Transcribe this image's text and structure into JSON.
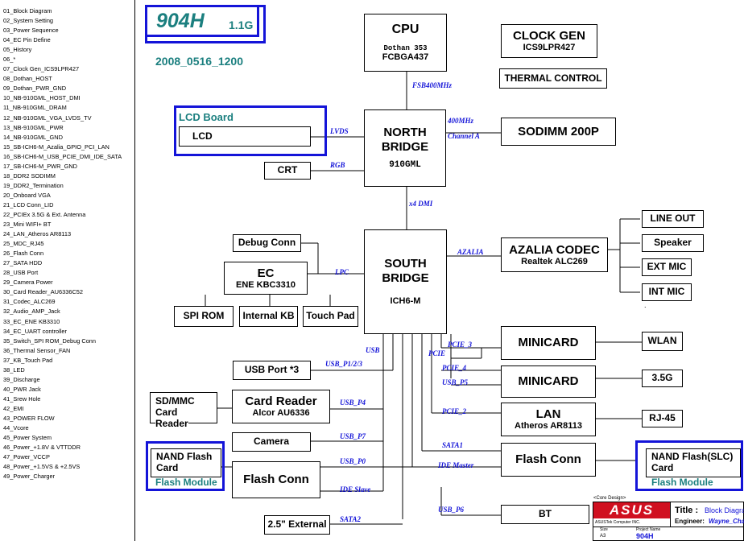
{
  "toc": [
    "01_Block Diagram",
    "02_System Setting",
    "03_Power Sequence",
    "04_EC Pin Define",
    "05_History",
    "06_*",
    "07_Clock Gen_ICS9LPR427",
    "08_Dothan_HOST",
    "09_Dothan_PWR_GND",
    "10_NB-910GML_HOST_DMI",
    "11_NB-910GML_DRAM",
    "12_NB-910GML_VGA_LVDS_TV",
    "13_NB-910GML_PWR",
    "14_NB-910GML_GND",
    "15_SB-ICH6-M_Azalia_GPIO_PCI_LAN",
    "16_SB-ICH6-M_USB_PCIE_DMI_IDE_SATA",
    "17_SB-ICH6-M_PWR_GND",
    "18_DDR2 SODIMM",
    "19_DDR2_Termination",
    "20_Onboard VGA",
    "21_LCD Conn_LID",
    "22_PCIEx 3.5G & Ext. Antenna",
    "23_Mini WIFI+ BT",
    "24_LAN_Atheros AR8113",
    "25_MDC_RJ45",
    "26_Flash Conn",
    "27_SATA HDD",
    "28_USB Port",
    "29_Camera Power",
    "30_Card Reader_AU6336C52",
    "31_Codec_ALC269",
    "32_Audio_AMP_Jack",
    "33_EC_ENE KB3310",
    "34_EC_UART controller",
    "35_Switch_SPI ROM_Debug Conn",
    "36_Thermal Sensor_FAN",
    "37_KB_Touch Pad",
    "38_LED",
    "39_Discharge",
    "40_PWR Jack",
    "41_Srew Hole",
    "42_EMI",
    "43_POWER FLOW",
    "44_Vcore",
    "45_Power System",
    "46_Power_+1.8V & VTTDDR",
    "47_Power_VCCP",
    "48_Power_+1.5VS & +2.5VS",
    "49_Power_Charger"
  ],
  "header": {
    "model": "904H",
    "version": "1.1G",
    "date": "2008_0516_1200"
  },
  "blocks": {
    "cpu": {
      "title": "CPU",
      "line1": "Dothan 353",
      "line2": "FCBGA437"
    },
    "clock_gen": {
      "title": "CLOCK GEN",
      "sub": "ICS9LPR427"
    },
    "thermal": "THERMAL CONTROL",
    "lcd_board_label": "LCD Board",
    "lcd": "LCD",
    "crt": "CRT",
    "north_bridge": {
      "line1": "NORTH",
      "line2": "BRIDGE",
      "chip": "910GML"
    },
    "sodimm": "SODIMM 200P",
    "debug_conn": "Debug Conn",
    "ec": {
      "title": "EC",
      "sub": "ENE KBC3310"
    },
    "spi_rom": "SPI ROM",
    "internal_kb": "Internal KB",
    "touch_pad": "Touch Pad",
    "south_bridge": {
      "line1": "SOUTH",
      "line2": "BRIDGE",
      "chip": "ICH6-M"
    },
    "azalia": {
      "title": "AZALIA CODEC",
      "sub": "Realtek ALC269"
    },
    "line_out": "LINE OUT",
    "speaker": "Speaker",
    "ext_mic": "EXT MIC",
    "int_mic": "INT MIC",
    "minicard1": "MINICARD",
    "wlan": "WLAN",
    "minicard2": "MINICARD",
    "g35": "3.5G",
    "lan": {
      "title": "LAN",
      "sub": "Atheros AR8113"
    },
    "rj45": "RJ-45",
    "usb_port": "USB Port *3",
    "sdmmc": {
      "line1": "SD/MMC",
      "line2": "Card",
      "line3": "Reader"
    },
    "card_reader": {
      "title": "Card Reader",
      "sub": "Alcor AU6336"
    },
    "camera": "Camera",
    "nand_left": {
      "line1": "NAND Flash",
      "line2": "Card",
      "label": "Flash Module"
    },
    "flash_conn_left": "Flash Conn",
    "flash_conn_right": "Flash Conn",
    "nand_right": {
      "line1": "NAND Flash(SLC)",
      "line2": "Card",
      "label": "Flash Module"
    },
    "external": "2.5\" External",
    "bt": "BT"
  },
  "signals": {
    "fsb": "FSB400MHz",
    "mem1": "400MHz",
    "mem2": "Channel A",
    "lvds": "LVDS",
    "rgb": "RGB",
    "dmi": "x4 DMI",
    "lpc": "LPC",
    "azalia": "AZALIA",
    "pcie3": "PCIE_3",
    "pcie": "PCIE",
    "usb": "USB",
    "usb123": "USB_P1/2/3",
    "pcie4": "PCIE_4",
    "usbp5": "USB_P5",
    "usbp4": "USB_P4",
    "pcie2": "PCIE_2",
    "usbp7": "USB_P7",
    "sata1": "SATA1",
    "usbp0": "USB_P0",
    "ide_master": "IDE Master",
    "ide_slave": "IDE Slave",
    "usbp6": "USB_P6",
    "sata2": "SATA2"
  },
  "title_block": {
    "core_design": "<Core Design>",
    "logo": "ASUS",
    "company": "ASUSTek Computer INC.",
    "title_label": "Title :",
    "title_value": "Block Diagram",
    "engineer_label": "Engineer:",
    "engineer_value": "Wayne_Chang",
    "size_label": "Size",
    "size_value": "A3",
    "project_label": "Project Name",
    "project_value": "904H"
  },
  "colors": {
    "blue": "#1414d8",
    "teal": "#1b7f7f",
    "logo_red": "#d01020"
  }
}
